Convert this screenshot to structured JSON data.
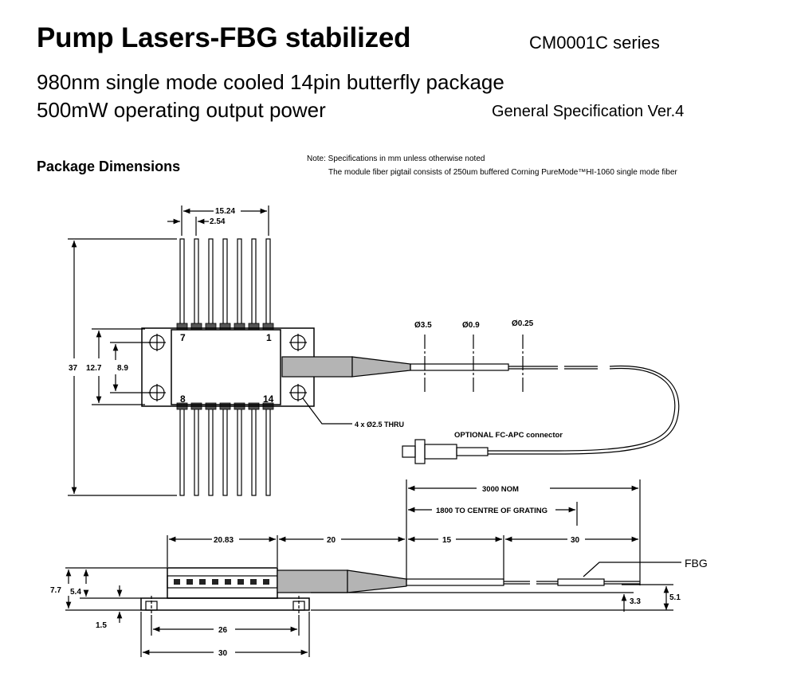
{
  "header": {
    "title": "Pump Lasers-FBG stabilized",
    "series": "CM0001C series",
    "subtitle_line1": "980nm single mode cooled 14pin butterfly package",
    "subtitle_line2": "500mW operating output power",
    "spec_version": "General Specification Ver.4"
  },
  "section": {
    "heading": "Package Dimensions",
    "note_line1": "Note: Specifications in mm unless otherwise noted",
    "note_line2": "The module fiber pigtail consists of 250um buffered Corning PureMode™HI-1060 single mode fiber"
  },
  "drawing": {
    "dim_pin_span": "15.24",
    "dim_pin_pitch": "2.54",
    "dim_total_height": "37",
    "dim_hole_spacing": "12.7",
    "dim_body_height": "8.9",
    "pin_7": "7",
    "pin_1": "1",
    "pin_8": "8",
    "pin_14": "14",
    "dia_boot": "Ø3.5",
    "dia_buffer": "Ø0.9",
    "dia_fiber": "Ø0.25",
    "holes_label": "4 x Ø2.5 THRU",
    "connector_label": "OPTIONAL FC-APC connector",
    "dim_nom": "3000 NOM",
    "dim_grating": "1800 TO CENTRE OF GRATING",
    "dim_body_length": "20.83",
    "dim_boot": "20",
    "dim_buffer": "15",
    "dim_fbg": "30",
    "fbg_label": "FBG",
    "dim_side_height": "7.7",
    "dim_side_body": "5.4",
    "dim_flange": "1.5",
    "dim_base_inner": "26",
    "dim_base_outer": "30",
    "dim_fiber_height": "3.3",
    "dim_fbg_height": "5.1"
  },
  "colors": {
    "ink": "#000000",
    "boot_fill": "#b4b4b4"
  }
}
